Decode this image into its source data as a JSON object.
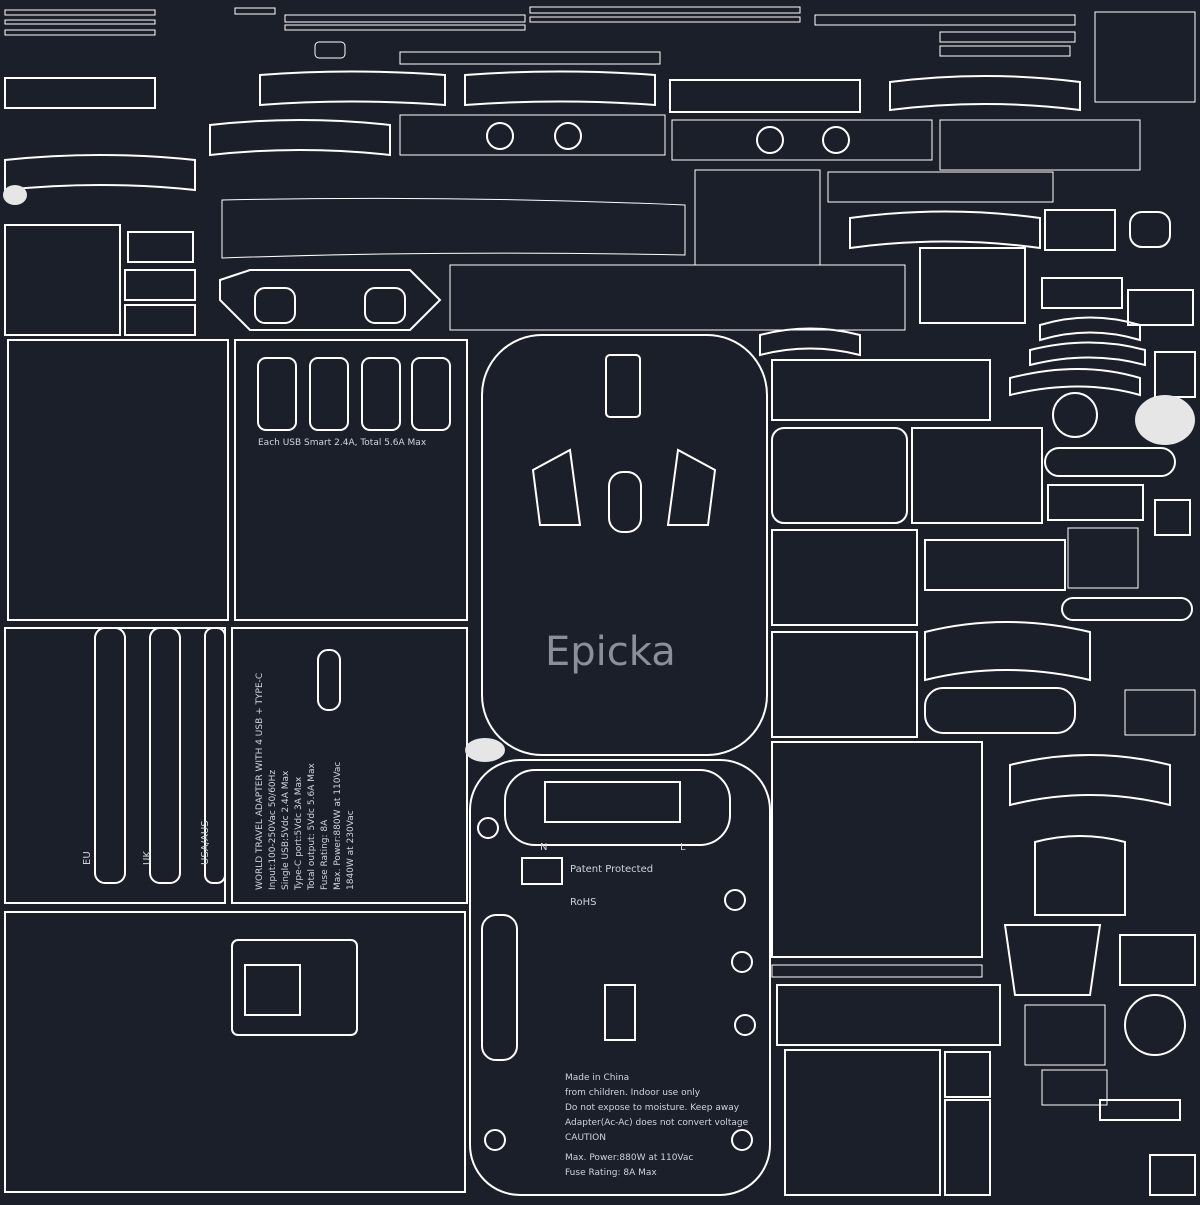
{
  "texture": {
    "brand_logo": "Epicka",
    "colors": {
      "background": "#1b1f2a",
      "wireframe": "#ffffff",
      "accent": "#7a1a2e",
      "pale": "#e6e6e6"
    },
    "labels": {
      "usb_note": "Each USB Smart 2.4A, Total 5.6A Max",
      "adapter_title": "WORLD TRAVEL ADAPTER WITH 4 USB + TYPE-C",
      "spec_input": "Input:100-250Vac 50/60Hz",
      "spec_usb": "Single USB:5Vdc 2.4A Max",
      "spec_typec": "Type-C port:5Vdc 3A Max",
      "spec_total": "Total output: 5Vdc 5.6A Max",
      "spec_fuse": "Fuse Rating: 8A",
      "spec_power": "Max. Power:880W at 110Vac",
      "spec_power2": "1840W at 230Vac",
      "plug_eu": "EU",
      "plug_uk": "UK",
      "plug_us": "USA/AUS",
      "patent": "Patent Protected",
      "n_label": "N",
      "l_label": "L",
      "rohs": "RoHS",
      "caution": "CAUTION",
      "caution_line1": "Adapter(Ac-Ac) does not convert voltage",
      "caution_line2": "Do not expose to moisture. Keep away",
      "caution_line3": "from children. Indoor use only",
      "made_in": "Made in China",
      "fuse_bottom": "Fuse Rating: 8A Max",
      "max_power_bottom": "Max. Power:880W at 110Vac"
    }
  }
}
